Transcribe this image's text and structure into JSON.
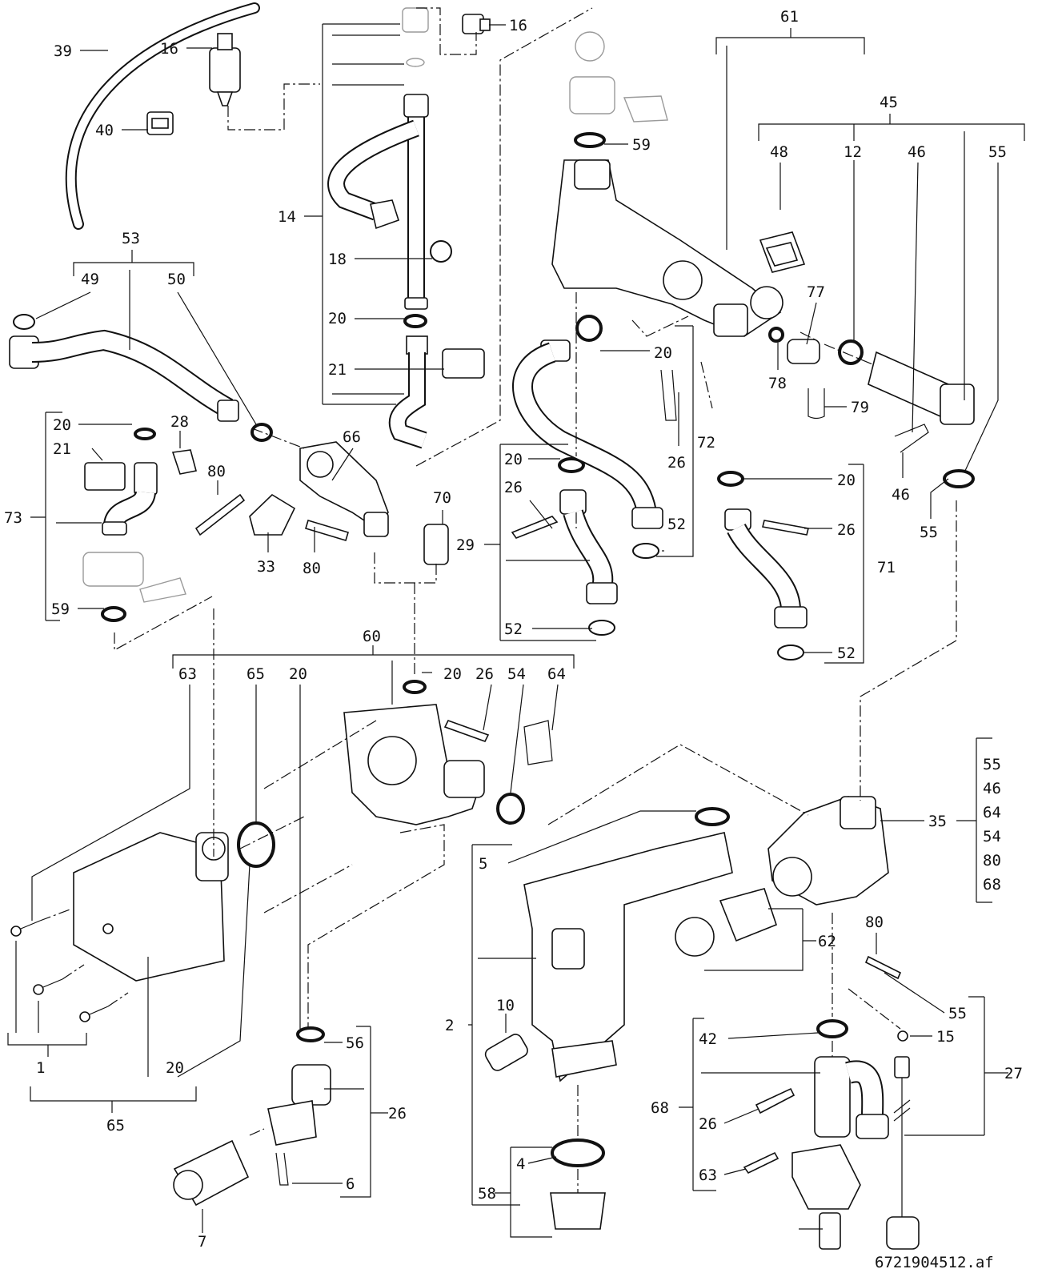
{
  "figure_ref": "6721904512.af",
  "callouts": [
    "39",
    "16",
    "16",
    "40",
    "14",
    "18",
    "20",
    "21",
    "61",
    "45",
    "48",
    "12",
    "46",
    "55",
    "59",
    "20",
    "77",
    "78",
    "79",
    "53",
    "49",
    "50",
    "20",
    "21",
    "28",
    "73",
    "66",
    "80",
    "33",
    "80",
    "59",
    "70",
    "20",
    "26",
    "29",
    "52",
    "72",
    "26",
    "52",
    "20",
    "26",
    "71",
    "52",
    "46",
    "55",
    "60",
    "63",
    "65",
    "20",
    "20",
    "26",
    "54",
    "64",
    "35",
    "55",
    "46",
    "64",
    "54",
    "80",
    "68",
    "5",
    "62",
    "80",
    "10",
    "2",
    "55",
    "42",
    "15",
    "27",
    "68",
    "26",
    "63",
    "1",
    "65",
    "20",
    "56",
    "26",
    "6",
    "7",
    "4",
    "58"
  ]
}
